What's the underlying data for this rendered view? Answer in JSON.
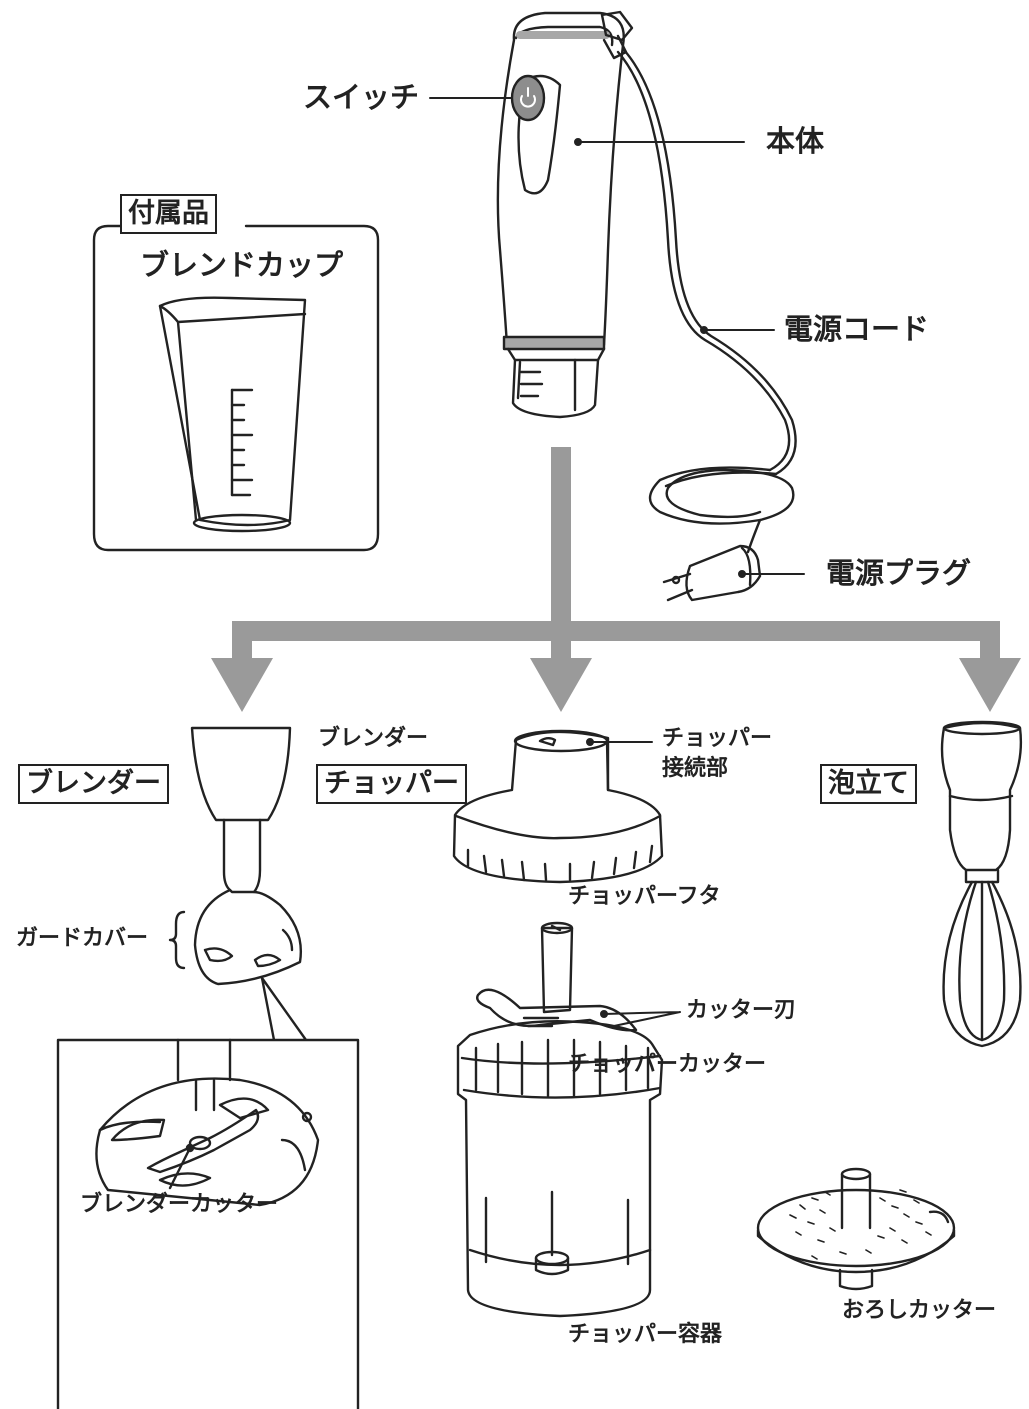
{
  "labels": {
    "switch": "スイッチ",
    "body": "本体",
    "power_cord": "電源コード",
    "power_plug": "電源プラグ",
    "accessories": "付属品",
    "blend_cup": "ブレンドカップ",
    "blender_part": "ブレンダー",
    "blender_box": "ブレンダー",
    "chopper_box": "チョッパー",
    "whisk_box": "泡立て",
    "chopper_connection_line1": "チョッパー",
    "chopper_connection_line2": "接続部",
    "chopper_lid": "チョッパーフタ",
    "cutter_blade": "カッター刃",
    "chopper_cutter": "チョッパーカッター",
    "guard_cover": "ガードカバー",
    "blender_cutter": "ブレンダーカッター",
    "chopper_container": "チョッパー容器",
    "grater_cutter": "おろしカッター"
  },
  "colors": {
    "line": "#222222",
    "arrow": "#9a9a9a",
    "accent_gray": "#a7a7a7",
    "button": "#8d8d8d"
  }
}
